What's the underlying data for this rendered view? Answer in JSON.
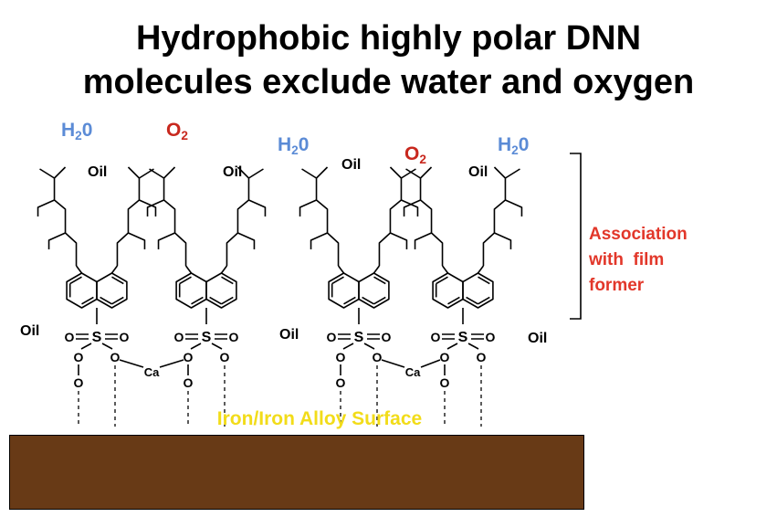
{
  "title": {
    "line1": "Hydrophobic highly polar DNN",
    "line2": "molecules exclude water and oxygen"
  },
  "molecule_labels": {
    "water_main": "H",
    "water_sub": "2",
    "water_tail": "0",
    "oxygen_main": "O",
    "oxygen_sub": "2",
    "oil": "Oil",
    "sulfur": "S",
    "oxygen_atom": "O",
    "calcium": "Ca"
  },
  "surface_label": "Iron/Iron Alloy Surface",
  "annotation": {
    "lines": [
      "Association",
      "with  film",
      "former"
    ]
  },
  "colors": {
    "water": "#5b8bd6",
    "oxygen": "#c8281e",
    "surface_label": "#f2dc19",
    "annotation": "#e2372a",
    "surface": "#683a16"
  }
}
